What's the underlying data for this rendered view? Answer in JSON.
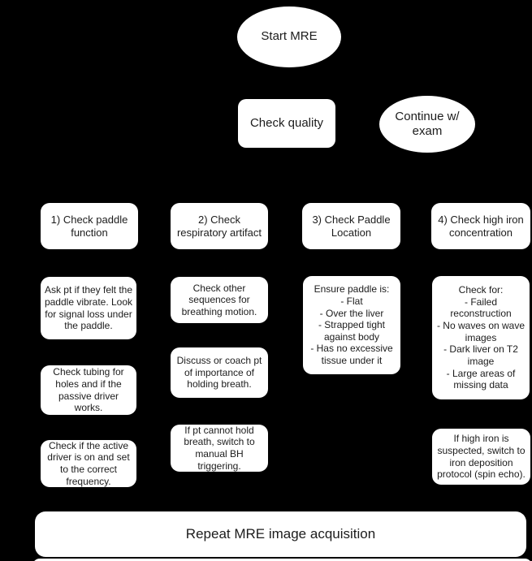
{
  "flowchart": {
    "start_node": {
      "label": "Start MRE"
    },
    "check_quality_node": {
      "label": "Check quality"
    },
    "continue_node": {
      "label": "Continue w/ exam"
    },
    "columns": [
      {
        "header": "1) Check paddle function",
        "steps": [
          "Ask pt if they felt the paddle vibrate. Look for signal loss under the paddle.",
          "Check tubing for holes and if the passive driver works.",
          "Check if the active driver is on and set to the correct frequency."
        ]
      },
      {
        "header": "2) Check respiratory artifact",
        "steps": [
          "Check other sequences for breathing motion.",
          "Discuss or coach pt of importance of holding breath.",
          "If pt cannot hold breath, switch to manual BH triggering."
        ]
      },
      {
        "header": "3) Check Paddle Location",
        "steps": [
          "Ensure paddle is:\n- Flat\n- Over the liver\n- Strapped tight against body\n- Has no excessive tissue under it"
        ]
      },
      {
        "header": "4) Check high iron concentration",
        "steps": [
          "Check for:\n- Failed reconstruction\n- No waves on wave images\n- Dark liver on T2 image\n- Large areas of missing data",
          "If high iron is suspected, switch to iron deposition protocol (spin echo)."
        ]
      }
    ],
    "repeat_node": {
      "label": "Repeat MRE image acquisition"
    }
  },
  "colors": {
    "background": "#000000",
    "node_fill": "#ffffff",
    "node_text": "#1c1c1c"
  }
}
